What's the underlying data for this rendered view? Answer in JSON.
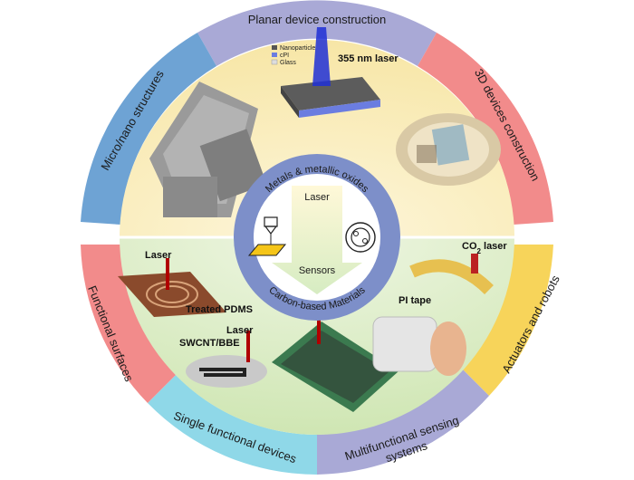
{
  "diagram": {
    "ring_segments": [
      {
        "label": "Planar device construction",
        "color": "#a9a9d6"
      },
      {
        "label": "3D devices construction",
        "color": "#f28b8b"
      },
      {
        "label": "Actuators and robots",
        "color": "#f7d45a"
      },
      {
        "label": "Multifunctional sensing systems",
        "color": "#a9a9d6"
      },
      {
        "label": "Single functional devices",
        "color": "#8fd8e8"
      },
      {
        "label": "Functional surfaces",
        "color": "#f28b8b"
      },
      {
        "label": "Micro/nano structures",
        "color": "#6ea3d4"
      }
    ],
    "center": {
      "top_label": "Metals & metallic oxides",
      "bottom_label": "Carbon-based Materials",
      "arrow_top": "Laser",
      "arrow_bottom": "Sensors",
      "ring_color": "#7d8fc9"
    },
    "annotations": {
      "planar_laser": "355 nm laser",
      "layer_legend": [
        "Nanoparticle",
        "cPI",
        "Glass"
      ],
      "functional_laser": "Laser",
      "treated_pdms": "Treated PDMS",
      "single_laser": "Laser",
      "swcnt": "SWCNT/BBE",
      "co2_laser_prefix": "CO",
      "co2_laser_sub": "2",
      "co2_laser_suffix": " laser",
      "pi_tape": "PI tape"
    },
    "colors": {
      "upper_fill": "#fbf0c6",
      "lower_fill": "#e3f0cf"
    }
  }
}
